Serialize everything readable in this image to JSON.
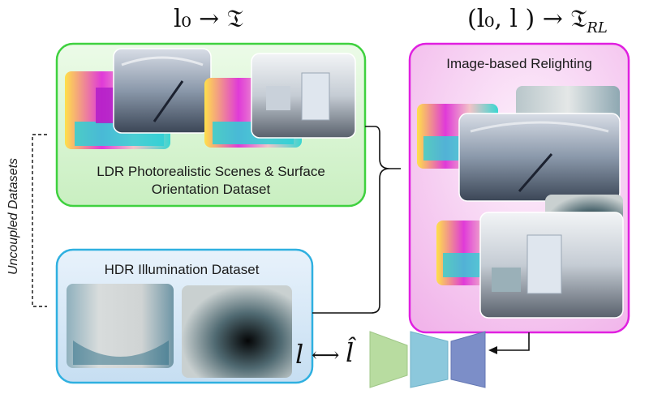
{
  "labels": {
    "top_left_formula": "l₀ → 𝔗",
    "top_right_formula": "(l₀, l ) → 𝔗",
    "top_right_formula_sub": "RL",
    "ldr_title_line1": "LDR Photorealistic Scenes & Surface",
    "ldr_title_line2": "Orientation Dataset",
    "hdr_title": "HDR Illumination Dataset",
    "relight_title": "Image-based Relighting",
    "uncoupled": "Uncoupled Datasets",
    "l_symbol": "l",
    "l_hat_symbol": "l̂",
    "arrow_bidir": "⟷"
  },
  "colors": {
    "ldr_border": "#3fd13f",
    "ldr_fill": "#d8f5d2",
    "hdr_border": "#2fb0e0",
    "hdr_fill": "#dcecf8",
    "relight_border": "#e020e0",
    "relight_fill": "#f6c8f0",
    "net_green": "#b8dca0",
    "net_blue": "#8cc8dc",
    "net_purple": "#7c8ec8"
  }
}
